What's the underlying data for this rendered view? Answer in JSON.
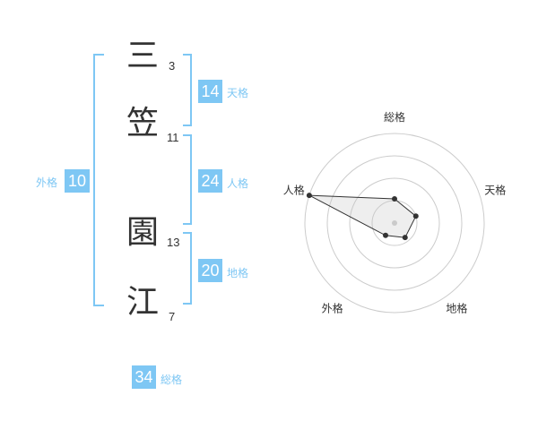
{
  "name": {
    "characters": [
      {
        "char": "三",
        "strokes": "3"
      },
      {
        "char": "笠",
        "strokes": "11"
      },
      {
        "char": "園",
        "strokes": "13"
      },
      {
        "char": "江",
        "strokes": "7"
      }
    ]
  },
  "kakusu": {
    "tenkaku": {
      "value": "14",
      "label": "天格"
    },
    "jinkaku": {
      "value": "24",
      "label": "人格"
    },
    "chikaku": {
      "value": "20",
      "label": "地格"
    },
    "gaikaku": {
      "value": "10",
      "label": "外格"
    },
    "soukaku": {
      "value": "34",
      "label": "総格"
    }
  },
  "colors": {
    "accent": "#7ec7f4",
    "text": "#333333",
    "grid": "#cccccc"
  },
  "chart_data": {
    "type": "radar",
    "axes": [
      "総格",
      "天格",
      "地格",
      "外格",
      "人格"
    ],
    "values": [
      0.27,
      0.25,
      0.2,
      0.17,
      1.0
    ],
    "rings": 4
  }
}
